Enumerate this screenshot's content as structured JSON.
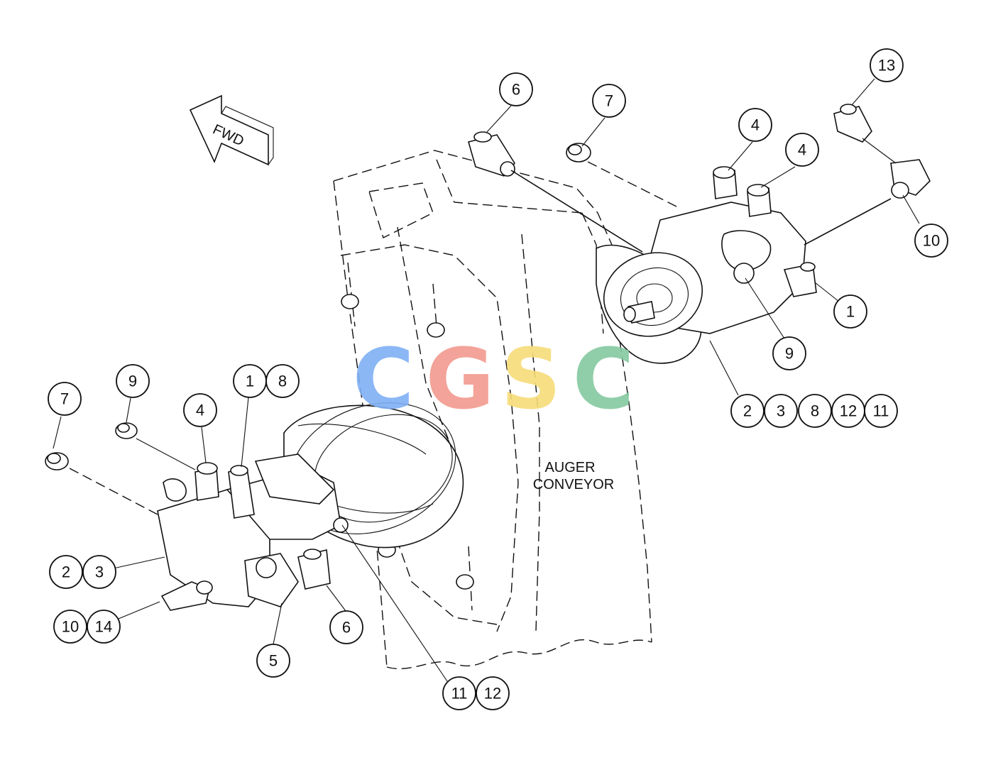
{
  "labels": {
    "fwd": "FWD",
    "auger_line1": "AUGER",
    "auger_line2": "CONVEYOR"
  },
  "watermark": {
    "letters": [
      "C",
      "G",
      "S",
      "C"
    ],
    "colors": [
      "#7fb0f5",
      "#f29a8e",
      "#f7dc78",
      "#84c9a0"
    ]
  },
  "callouts": {
    "left_7": "7",
    "left_9": "9",
    "left_4": "4",
    "left_1": "1",
    "left_8": "8",
    "left_2": "2",
    "left_3": "3",
    "left_10": "10",
    "left_14": "14",
    "left_5": "5",
    "left_6": "6",
    "bottom_11": "11",
    "bottom_12": "12",
    "top_6": "6",
    "top_7": "7",
    "right_4a": "4",
    "right_4b": "4",
    "right_13": "13",
    "right_10": "10",
    "right_1": "1",
    "right_9": "9",
    "right_2": "2",
    "right_3": "3",
    "right_8": "8",
    "right_12": "12",
    "right_11": "11"
  }
}
